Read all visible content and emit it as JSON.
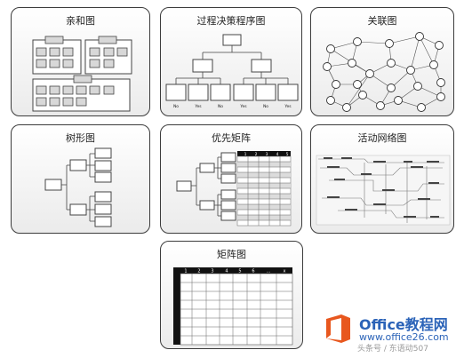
{
  "panels": {
    "affinity": {
      "title": "亲和图"
    },
    "pdpc": {
      "title": "过程决策程序图",
      "leaf_labels": [
        "No",
        "Yes",
        "No",
        "Yes",
        "No",
        "Yes"
      ]
    },
    "relation": {
      "title": "关联图"
    },
    "tree": {
      "title": "树形图"
    },
    "priority_matrix": {
      "title": "优先矩阵",
      "col_headers": [
        "1",
        "2",
        "3",
        "4",
        "5"
      ]
    },
    "activity_network": {
      "title": "活动网络图"
    },
    "matrix": {
      "title": "矩阵图",
      "col_headers": [
        "1",
        "2",
        "3",
        "4",
        "5",
        "6",
        "...",
        "x"
      ]
    }
  },
  "footer": {
    "watermark_text": "头条号 / 东语动507"
  },
  "brand": {
    "name": "Office教程网",
    "url": "www.office26.com",
    "accent_color": "#e8571e",
    "text_color": "#2b63b8"
  }
}
